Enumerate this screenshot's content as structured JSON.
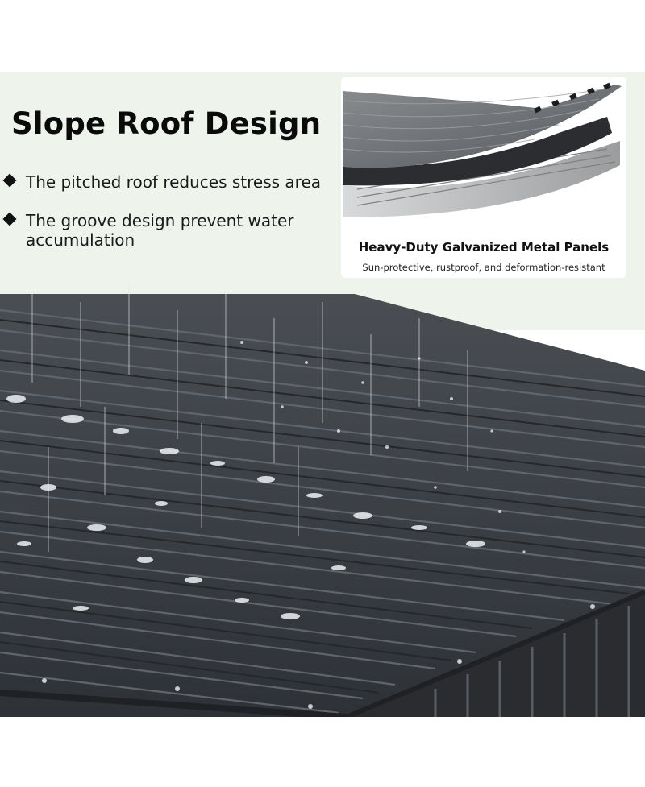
{
  "heading": {
    "title": "Slope Roof Design"
  },
  "features": [
    {
      "text": "The pitched roof reduces stress area"
    },
    {
      "text": "The groove design prevent water\naccumulation"
    }
  ],
  "panel": {
    "caption": "Heavy-Duty Galvanized Metal Panels",
    "subcaption": "Sun-protective, rustproof, and deformation-resistant"
  },
  "colors": {
    "band": "#eef3ec",
    "roof": "#3b3f44",
    "panel_metal": "#6b6e72"
  },
  "icons": {
    "bullet": "diamond-bullet-icon"
  }
}
